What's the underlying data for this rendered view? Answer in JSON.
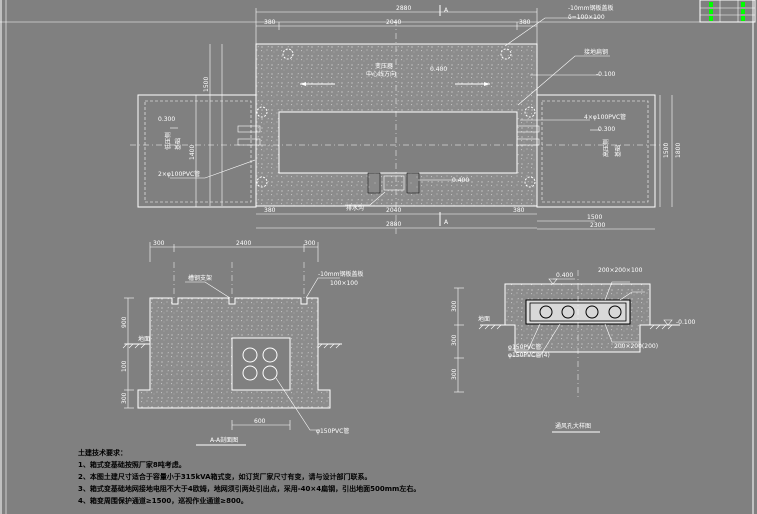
{
  "plan_view": {
    "overall_width": "2880",
    "top_dims": [
      "380",
      "2040",
      "380"
    ],
    "bottom_dims": [
      "380",
      "2040",
      "380"
    ],
    "total_bottom": "2880",
    "right_dims": [
      "1500",
      "2300"
    ],
    "left_dims": [
      "1500",
      "1400"
    ],
    "right_vertical_dims": [
      "1500",
      "1800"
    ],
    "elev_top": "0.400",
    "elev_inner": "-0.100",
    "elev_bottom": "0.400",
    "elev_left": "0.300",
    "elev_right": "0.300",
    "section_mark": "A",
    "label_reserved_hole": "4×φ100PVC管",
    "label_pvc_left": "2×φ100PVC管",
    "label_cover": "-10mm钢板盖板",
    "label_cover_size": "δ=100×100",
    "label_ground_mark": "接地扁钢",
    "label_center": "变压器",
    "label_center2": "中心线方向",
    "label_left_side": "低压侧",
    "label_left_side2": "基础",
    "label_right_side": "高压侧",
    "label_right_side2": "基础",
    "label_drain": "排水沟"
  },
  "section_aa": {
    "title": "A-A剖面图",
    "top_dims": [
      "300",
      "2400",
      "300"
    ],
    "label_cover": "-10mm钢板盖板",
    "label_cover_size": "100×100",
    "label_channel": "槽钢支架",
    "left_dims": [
      "900",
      "100",
      "300"
    ],
    "bottom_dim": "600",
    "label_ground": "地面",
    "label_pipe": "φ150PVC管"
  },
  "vent_detail": {
    "title": "通风孔大样图",
    "elev_top": "0.400",
    "elev_right": "-0.100",
    "label_grille": "200×200×100",
    "label_grille2": "200×200(200)",
    "label_ground": "地面",
    "label_left_1": "φ150PVC管",
    "label_left_2": "φ150PVC管(4)",
    "left_dims": [
      "300",
      "300",
      "300"
    ]
  },
  "notes": {
    "title": "土建技术要求：",
    "items": [
      "1、箱式变基础按照厂家8吨考虑。",
      "2、本图土建尺寸适合于容量小于315kVA箱式变，如订货厂家尺寸有变，请与设计部门联系。",
      "3、箱式变基础地网接地电阻不大于4欧姆，地网须引两处引出点，采用-40×4扁钢，引出地面500mm左右。",
      "4、箱变周围保护通道≥1500，巡视作业通道≥800。"
    ]
  },
  "colors": {
    "background": "#808080",
    "lines": "#ffffff",
    "concrete": "#8a8a8a",
    "detail_black": "#000000",
    "green_marker": "#00ff00"
  }
}
